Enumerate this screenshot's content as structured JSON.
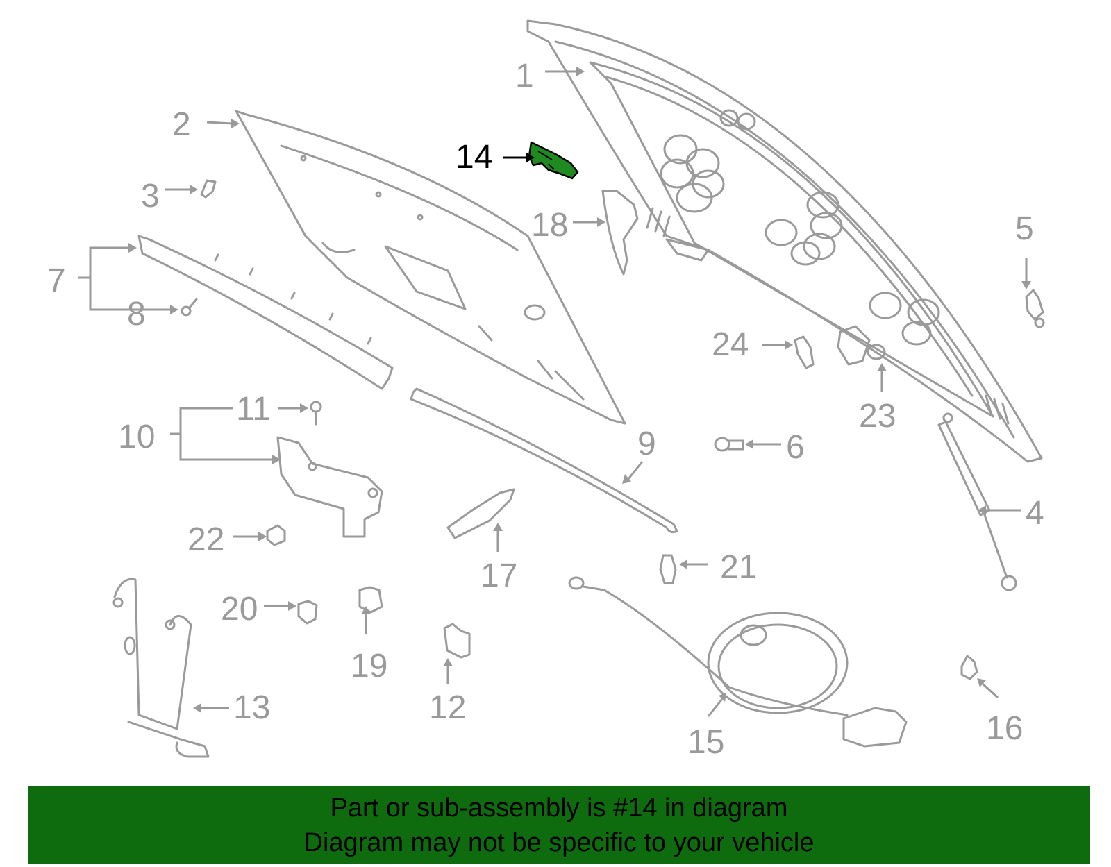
{
  "diagram": {
    "highlighted_part": "14",
    "colors": {
      "line": "#9a9a9a",
      "label": "#9a9a9a",
      "highlight_fill": "#1f8a1f",
      "highlight_label": "#000000",
      "banner_bg": "#0e6b0e",
      "banner_text": "#000000"
    },
    "callouts": [
      {
        "id": "1",
        "text": "1"
      },
      {
        "id": "2",
        "text": "2"
      },
      {
        "id": "3",
        "text": "3"
      },
      {
        "id": "4",
        "text": "4"
      },
      {
        "id": "5",
        "text": "5"
      },
      {
        "id": "6",
        "text": "6"
      },
      {
        "id": "7",
        "text": "7"
      },
      {
        "id": "8",
        "text": "8"
      },
      {
        "id": "9",
        "text": "9"
      },
      {
        "id": "10",
        "text": "10"
      },
      {
        "id": "11",
        "text": "11"
      },
      {
        "id": "12",
        "text": "12"
      },
      {
        "id": "13",
        "text": "13"
      },
      {
        "id": "14",
        "text": "14"
      },
      {
        "id": "15",
        "text": "15"
      },
      {
        "id": "16",
        "text": "16"
      },
      {
        "id": "17",
        "text": "17"
      },
      {
        "id": "18",
        "text": "18"
      },
      {
        "id": "19",
        "text": "19"
      },
      {
        "id": "20",
        "text": "20"
      },
      {
        "id": "21",
        "text": "21"
      },
      {
        "id": "22",
        "text": "22"
      },
      {
        "id": "23",
        "text": "23"
      },
      {
        "id": "24",
        "text": "24"
      }
    ]
  },
  "banner": {
    "line1": "Part or sub-assembly is #14 in diagram",
    "line2": "Diagram may not be specific to your vehicle"
  }
}
